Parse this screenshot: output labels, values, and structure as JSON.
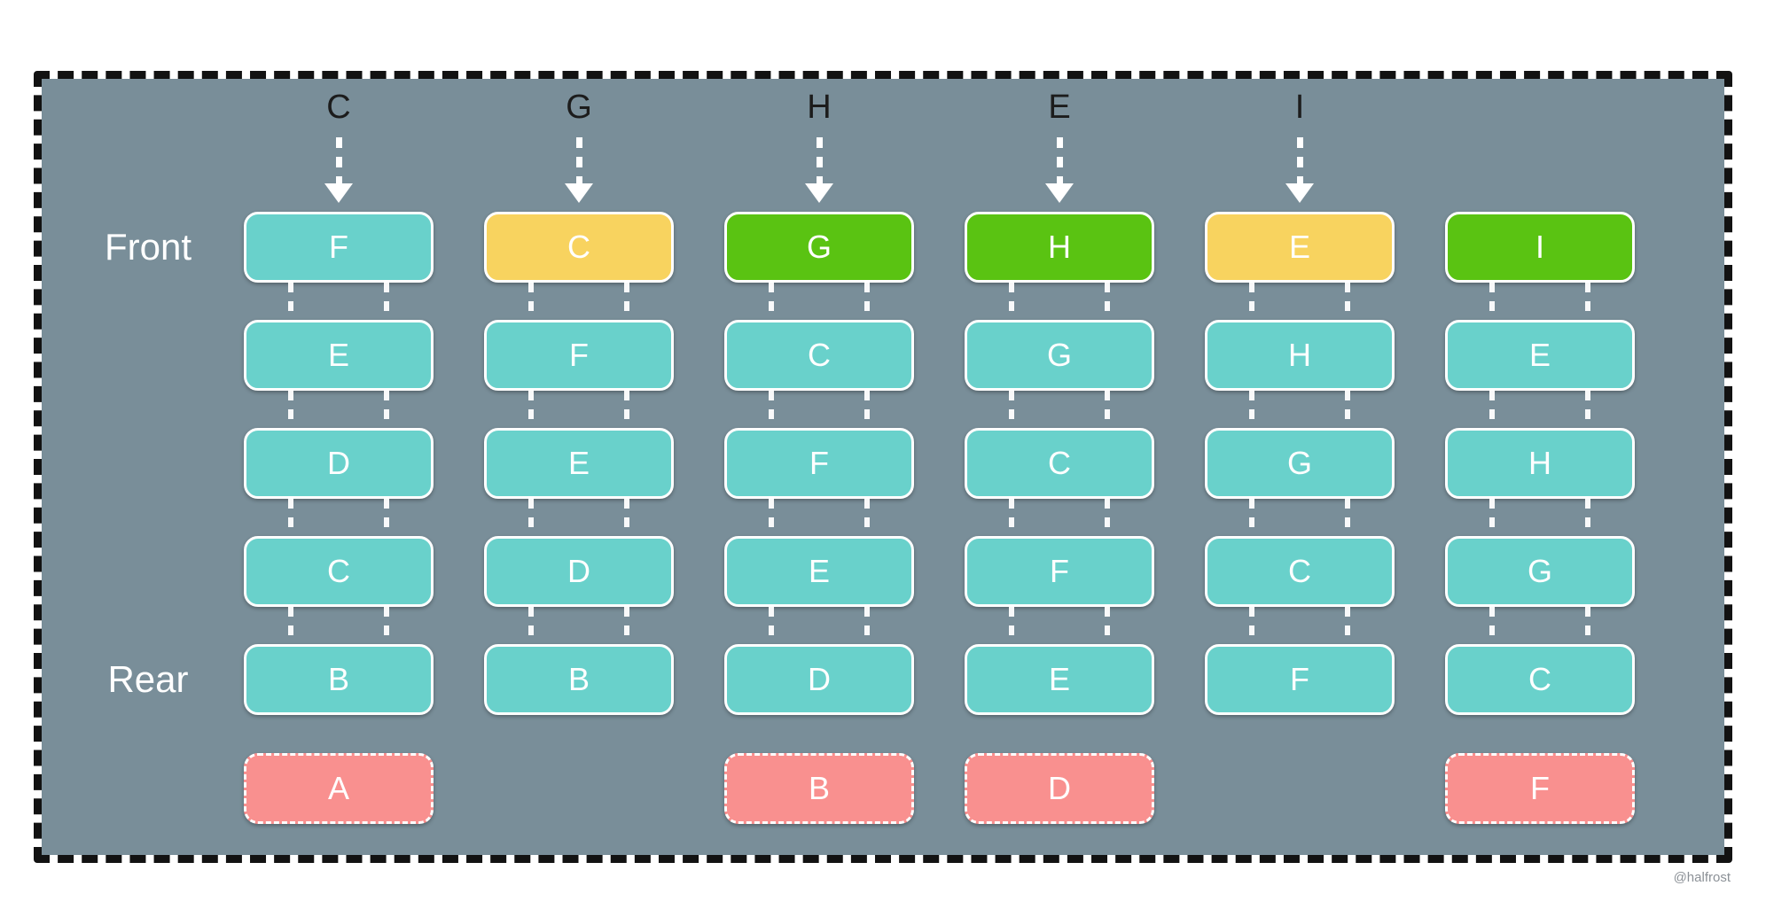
{
  "labels": {
    "front": "Front",
    "rear": "Rear"
  },
  "watermark": "@halfrost",
  "colors": {
    "panel_bg": "#798E99",
    "frame_border": "#121212",
    "node_teal": "#69D1CB",
    "node_yellow": "#F8D35F",
    "node_green": "#5AC312",
    "node_pink": "#F9908F",
    "arrow_color": "#FFFFFF",
    "label_text": "#FFFFFF",
    "incoming_text": "#1C1C1C"
  },
  "columns": [
    {
      "incoming": "C",
      "cells": [
        {
          "letter": "F",
          "color": "teal"
        },
        {
          "letter": "E",
          "color": "teal"
        },
        {
          "letter": "D",
          "color": "teal"
        },
        {
          "letter": "C",
          "color": "teal"
        },
        {
          "letter": "B",
          "color": "teal"
        }
      ],
      "evicted": "A"
    },
    {
      "incoming": "G",
      "cells": [
        {
          "letter": "C",
          "color": "yellow"
        },
        {
          "letter": "F",
          "color": "teal"
        },
        {
          "letter": "E",
          "color": "teal"
        },
        {
          "letter": "D",
          "color": "teal"
        },
        {
          "letter": "B",
          "color": "teal"
        }
      ],
      "evicted": null
    },
    {
      "incoming": "H",
      "cells": [
        {
          "letter": "G",
          "color": "green"
        },
        {
          "letter": "C",
          "color": "teal"
        },
        {
          "letter": "F",
          "color": "teal"
        },
        {
          "letter": "E",
          "color": "teal"
        },
        {
          "letter": "D",
          "color": "teal"
        }
      ],
      "evicted": "B"
    },
    {
      "incoming": "E",
      "cells": [
        {
          "letter": "H",
          "color": "green"
        },
        {
          "letter": "G",
          "color": "teal"
        },
        {
          "letter": "C",
          "color": "teal"
        },
        {
          "letter": "F",
          "color": "teal"
        },
        {
          "letter": "E",
          "color": "teal"
        }
      ],
      "evicted": "D"
    },
    {
      "incoming": "I",
      "cells": [
        {
          "letter": "E",
          "color": "yellow"
        },
        {
          "letter": "H",
          "color": "teal"
        },
        {
          "letter": "G",
          "color": "teal"
        },
        {
          "letter": "C",
          "color": "teal"
        },
        {
          "letter": "F",
          "color": "teal"
        }
      ],
      "evicted": null
    },
    {
      "incoming": null,
      "cells": [
        {
          "letter": "I",
          "color": "green"
        },
        {
          "letter": "E",
          "color": "teal"
        },
        {
          "letter": "H",
          "color": "teal"
        },
        {
          "letter": "G",
          "color": "teal"
        },
        {
          "letter": "C",
          "color": "teal"
        }
      ],
      "evicted": "F"
    }
  ]
}
